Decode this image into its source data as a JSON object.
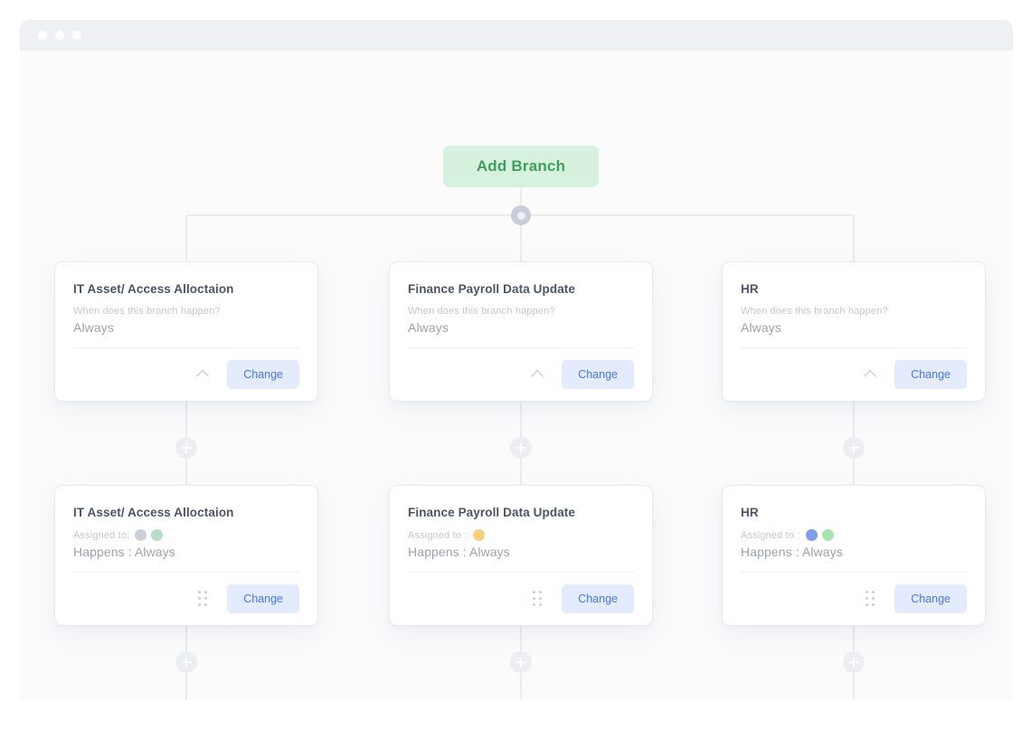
{
  "window": {
    "traffic_lights": [
      "close",
      "minimize",
      "maximize"
    ]
  },
  "canvas": {
    "add_branch_label": "Add Branch",
    "add_node_icon": "plus-icon",
    "hub_icon": "branch-hub-node",
    "colors": {
      "add_branch_bg": "#d6f2de",
      "add_branch_text": "#3f9e5f",
      "change_btn_bg": "#e3ebfc",
      "change_btn_text": "#4a76e8",
      "card_border": "#e6eaf0",
      "wire": "#e4e7ec"
    }
  },
  "branch_cards": [
    {
      "title": "IT Asset/ Access Alloctaion",
      "sub_label": "When does this branch happen?",
      "value": "Always",
      "collapse_icon": "chevron-up-icon",
      "change_label": "Change"
    },
    {
      "title": "Finance Payroll Data Update",
      "sub_label": "When does this branch happen?",
      "value": "Always",
      "collapse_icon": "chevron-up-icon",
      "change_label": "Change"
    },
    {
      "title": "HR",
      "sub_label": "When does this branch happen?",
      "value": "Always",
      "collapse_icon": "chevron-up-icon",
      "change_label": "Change"
    }
  ],
  "task_cards": [
    {
      "title": "IT Asset/ Access Alloctaion",
      "assigned_label": "Assigned to:",
      "assignees": [
        "#cbd0d7",
        "#b9dcc4"
      ],
      "happens": "Happens : Always",
      "drag_icon": "drag-handle-icon",
      "change_label": "Change"
    },
    {
      "title": "Finance Payroll Data Update",
      "assigned_label": "Assigned to :",
      "assignees": [
        "#f7cf7d"
      ],
      "happens": "Happens : Always",
      "drag_icon": "drag-handle-icon",
      "change_label": "Change"
    },
    {
      "title": "HR",
      "assigned_label": "Assigned to :",
      "assignees": [
        "#7f9de8",
        "#a8e4ae"
      ],
      "happens": "Happens : Always",
      "drag_icon": "drag-handle-icon",
      "change_label": "Change"
    }
  ]
}
